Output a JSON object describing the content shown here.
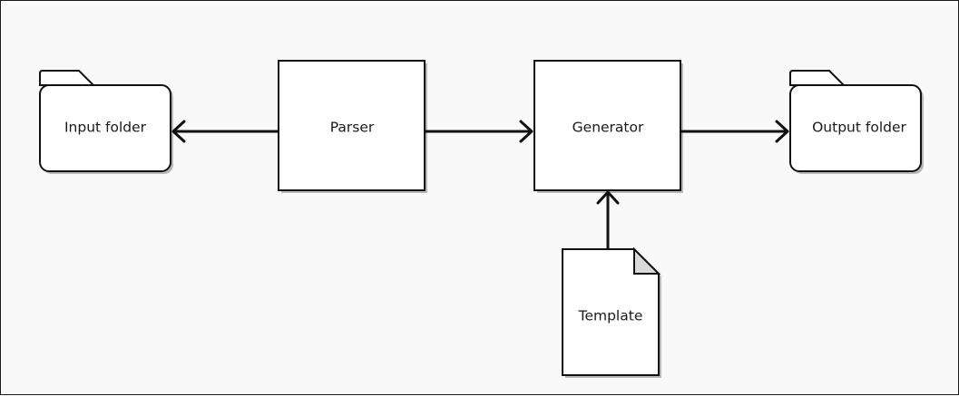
{
  "nodes": {
    "input_folder": {
      "label": "Input folder",
      "shape": "folder"
    },
    "parser": {
      "label": "Parser",
      "shape": "rectangle"
    },
    "generator": {
      "label": "Generator",
      "shape": "rectangle"
    },
    "output_folder": {
      "label": "Output folder",
      "shape": "folder"
    },
    "template": {
      "label": "Template",
      "shape": "document"
    }
  },
  "edges": [
    {
      "from": "parser",
      "to": "input_folder"
    },
    {
      "from": "parser",
      "to": "generator"
    },
    {
      "from": "generator",
      "to": "output_folder"
    },
    {
      "from": "template",
      "to": "generator"
    }
  ]
}
